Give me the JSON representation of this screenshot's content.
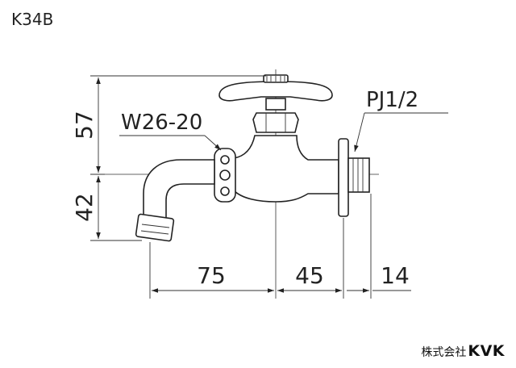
{
  "model": "K34B",
  "labels": {
    "connection_thread": "W26-20",
    "pipe_thread": "PJ1/2"
  },
  "dimensions": {
    "height_above_center": "57",
    "height_below_center": "42",
    "spout_length": "75",
    "body_length": "45",
    "thread_length": "14"
  },
  "maker": {
    "company": "株式会社",
    "brand": "KVK"
  }
}
